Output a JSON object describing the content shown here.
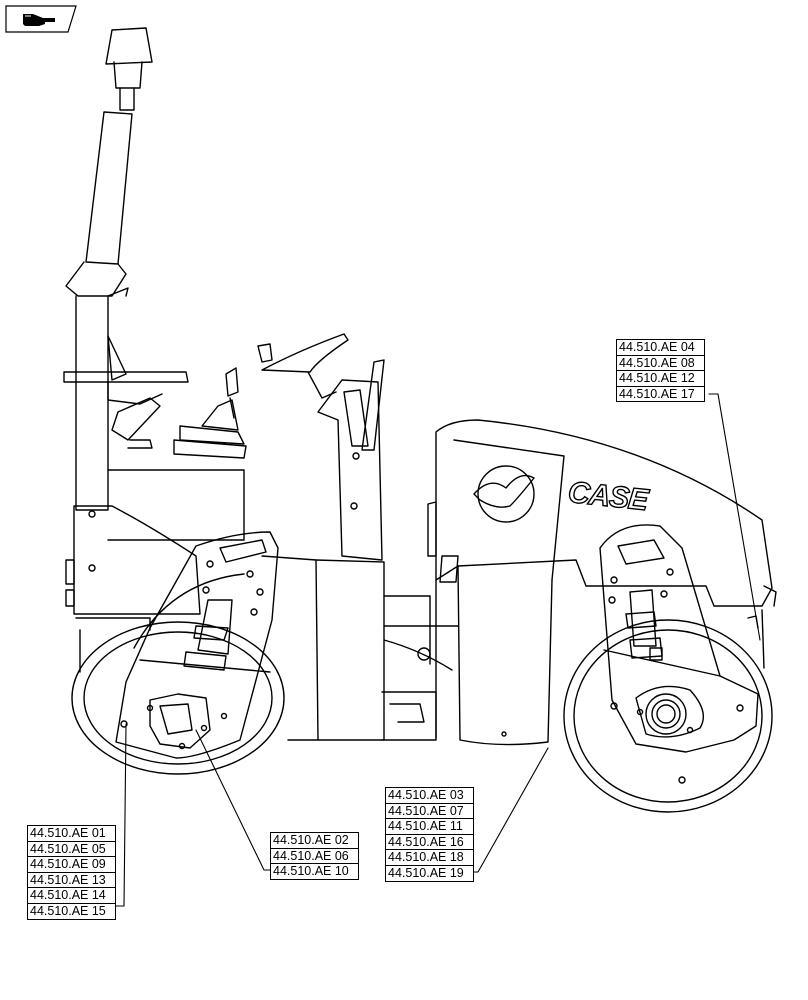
{
  "nav": {
    "icon": "pointing-hand-icon"
  },
  "brand": {
    "logo_text": "CASE",
    "emblem": "eagle-emblem-icon"
  },
  "callouts": {
    "front_drum_right": [
      "44.510.AE 04",
      "44.510.AE 08",
      "44.510.AE 12",
      "44.510.AE 17"
    ],
    "chassis_bottom": [
      "44.510.AE 03",
      "44.510.AE 07",
      "44.510.AE 11",
      "44.510.AE 16",
      "44.510.AE 18",
      "44.510.AE 19"
    ],
    "rear_drum_left": [
      "44.510.AE 01",
      "44.510.AE 05",
      "44.510.AE 09",
      "44.510.AE 13",
      "44.510.AE 14",
      "44.510.AE 15"
    ],
    "rear_drum_hub": [
      "44.510.AE 02",
      "44.510.AE 06",
      "44.510.AE 10"
    ]
  }
}
